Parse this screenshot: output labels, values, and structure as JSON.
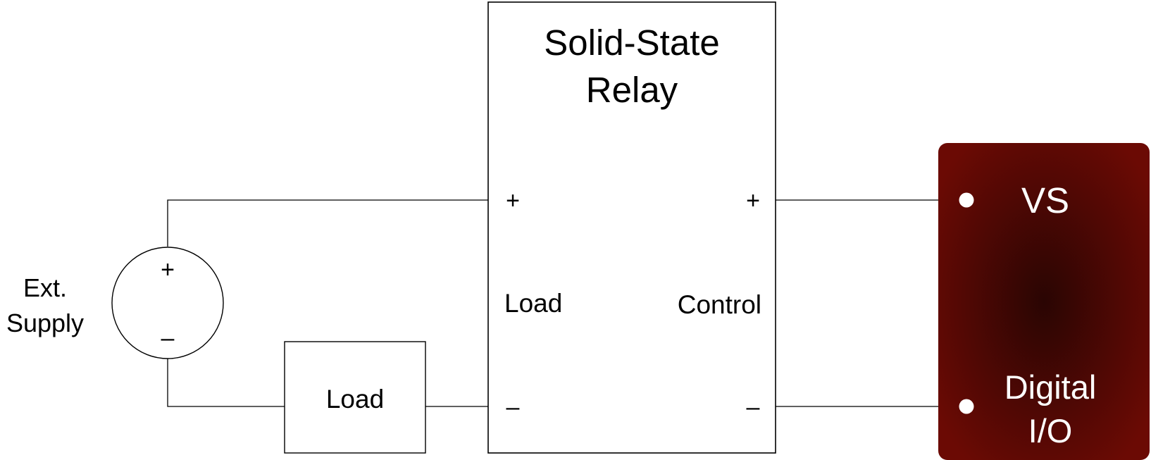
{
  "relay": {
    "title_line1": "Solid-State",
    "title_line2": "Relay",
    "load_plus": "+",
    "load_minus": "–",
    "load_label": "Load",
    "control_plus": "+",
    "control_minus": "–",
    "control_label": "Control"
  },
  "supply": {
    "label_line1": "Ext.",
    "label_line2": "Supply",
    "plus": "+",
    "minus": "–"
  },
  "load_box": {
    "label": "Load"
  },
  "device": {
    "vs_label": "VS",
    "dio_line1": "Digital",
    "dio_line2": "I/O",
    "color_edge": "#6b0a04",
    "color_center": "#2a0503"
  }
}
